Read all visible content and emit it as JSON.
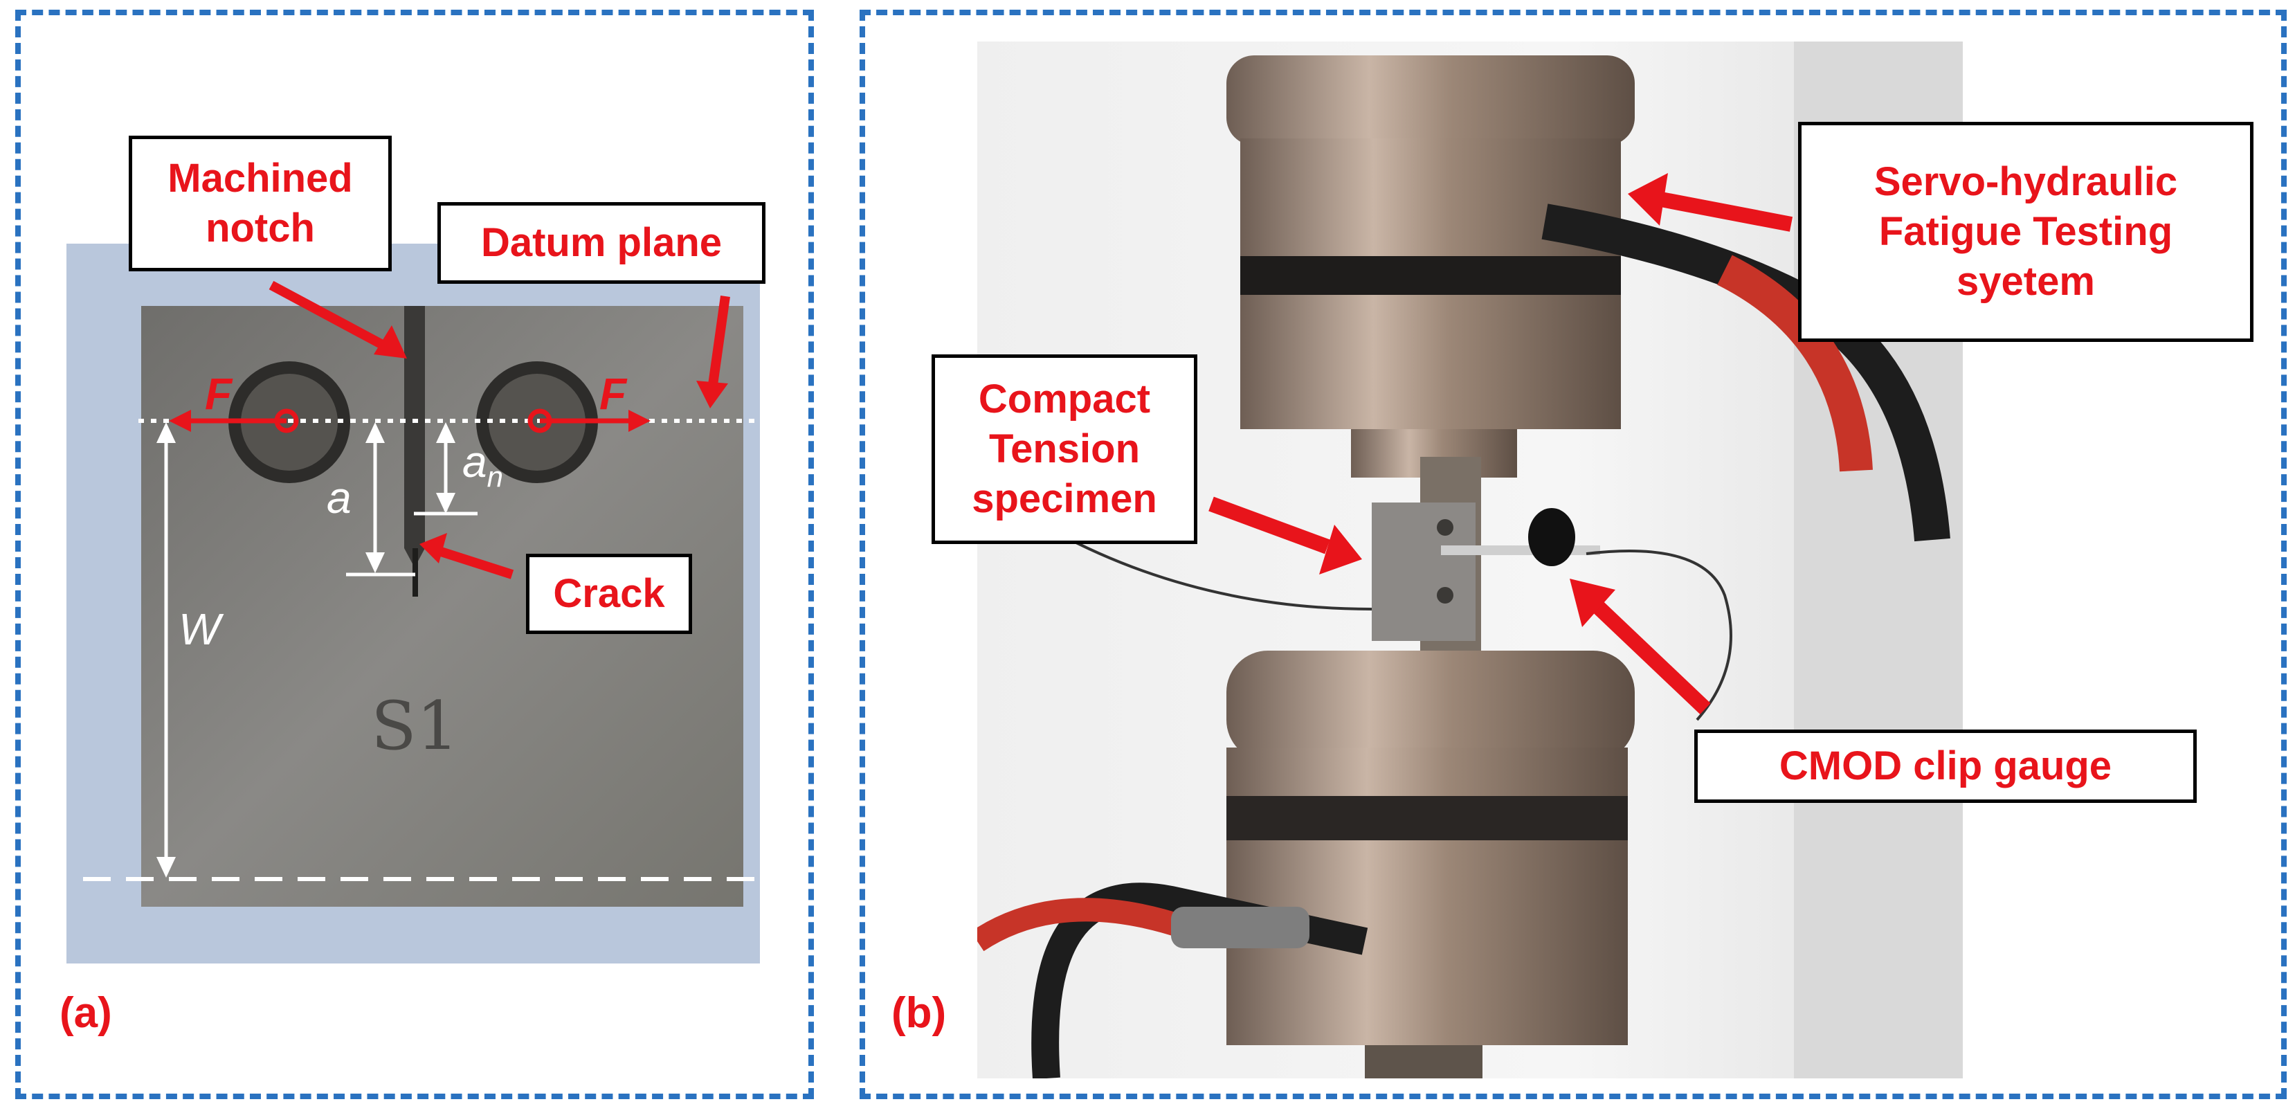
{
  "panels": {
    "a": {
      "label": "(a)",
      "annotations": {
        "machined_notch": "Machined\nnotch",
        "datum_plane": "Datum plane",
        "crack": "Crack",
        "force_left": "F",
        "force_right": "F",
        "dim_a": "a",
        "dim_an_base": "a",
        "dim_an_sub": "n",
        "dim_w": "W",
        "specimen_mark": "S1"
      }
    },
    "b": {
      "label": "(b)",
      "annotations": {
        "testing_system": "Servo-hydraulic\nFatigue Testing\nsyetem",
        "specimen": "Compact\nTension\nspecimen",
        "clip_gauge": "CMOD clip gauge"
      }
    }
  },
  "colors": {
    "annotation": "#e8141b",
    "dashed_border": "#2a72c0",
    "photo_a_background": "#b9c7dc",
    "steel": "#7c7b78"
  }
}
